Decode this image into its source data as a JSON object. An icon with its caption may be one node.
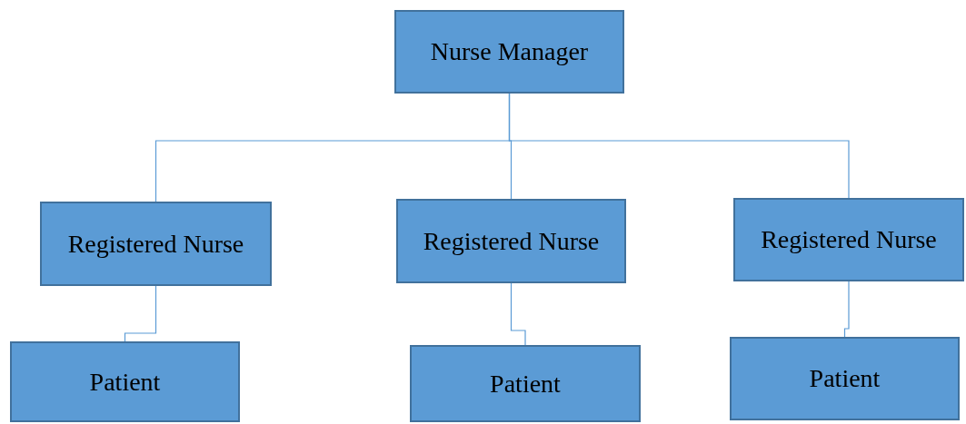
{
  "diagram": {
    "nodes": [
      {
        "text": [
          "Nurse Manager"
        ]
      },
      {
        "text": [
          "Registered Nurse"
        ]
      },
      {
        "text": [
          "Registered Nurse"
        ]
      },
      {
        "text": [
          "Registered Nurse"
        ]
      },
      {
        "text": [
          "Patient"
        ]
      },
      {
        "text": [
          "Patient"
        ]
      },
      {
        "text": [
          "Patient"
        ]
      }
    ],
    "edges": [
      {
        "from": 0,
        "to": 1,
        "arrow": "none"
      },
      {
        "from": 0,
        "to": 2,
        "arrow": "none"
      },
      {
        "from": 0,
        "to": 3,
        "arrow": "none"
      },
      {
        "from": 1,
        "to": 4,
        "arrow": "none"
      },
      {
        "from": 2,
        "to": 5,
        "arrow": "none"
      },
      {
        "from": 3,
        "to": 6,
        "arrow": "none"
      }
    ]
  }
}
